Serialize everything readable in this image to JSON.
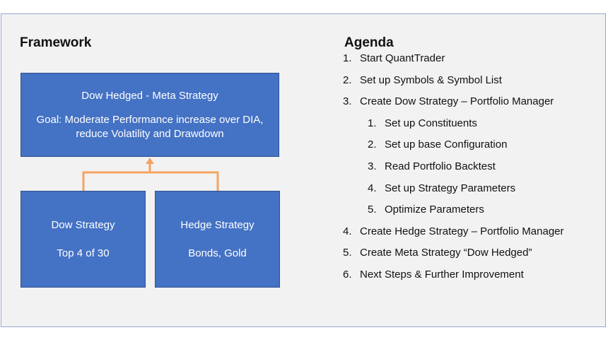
{
  "colors": {
    "box_fill": "#4472c4",
    "connector": "#f4a460",
    "background": "#f2f2f2"
  },
  "framework": {
    "title": "Framework",
    "meta_box": {
      "line1": "Dow Hedged - Meta Strategy",
      "line2": "Goal: Moderate Performance increase over DIA,",
      "line3": "reduce Volatility and Drawdown"
    },
    "dow_box": {
      "title": "Dow Strategy",
      "subtitle": "Top 4 of 30"
    },
    "hedge_box": {
      "title": "Hedge Strategy",
      "subtitle": "Bonds, Gold"
    }
  },
  "agenda": {
    "title": "Agenda",
    "items": [
      {
        "num": "1.",
        "text": "Start QuantTrader"
      },
      {
        "num": "2.",
        "text": "Set up Symbols & Symbol List"
      },
      {
        "num": "3.",
        "text": "Create Dow Strategy – Portfolio Manager"
      },
      {
        "num": "1.",
        "text": "Set up Constituents"
      },
      {
        "num": "2.",
        "text": "Set up base Configuration"
      },
      {
        "num": "3.",
        "text": "Read Portfolio Backtest"
      },
      {
        "num": "4.",
        "text": "Set up Strategy Parameters"
      },
      {
        "num": "5.",
        "text": "Optimize Parameters"
      },
      {
        "num": "4.",
        "text": "Create Hedge Strategy – Portfolio Manager"
      },
      {
        "num": "5.",
        "text": "Create Meta Strategy “Dow Hedged”"
      },
      {
        "num": "6.",
        "text": "Next Steps & Further Improvement"
      }
    ]
  }
}
